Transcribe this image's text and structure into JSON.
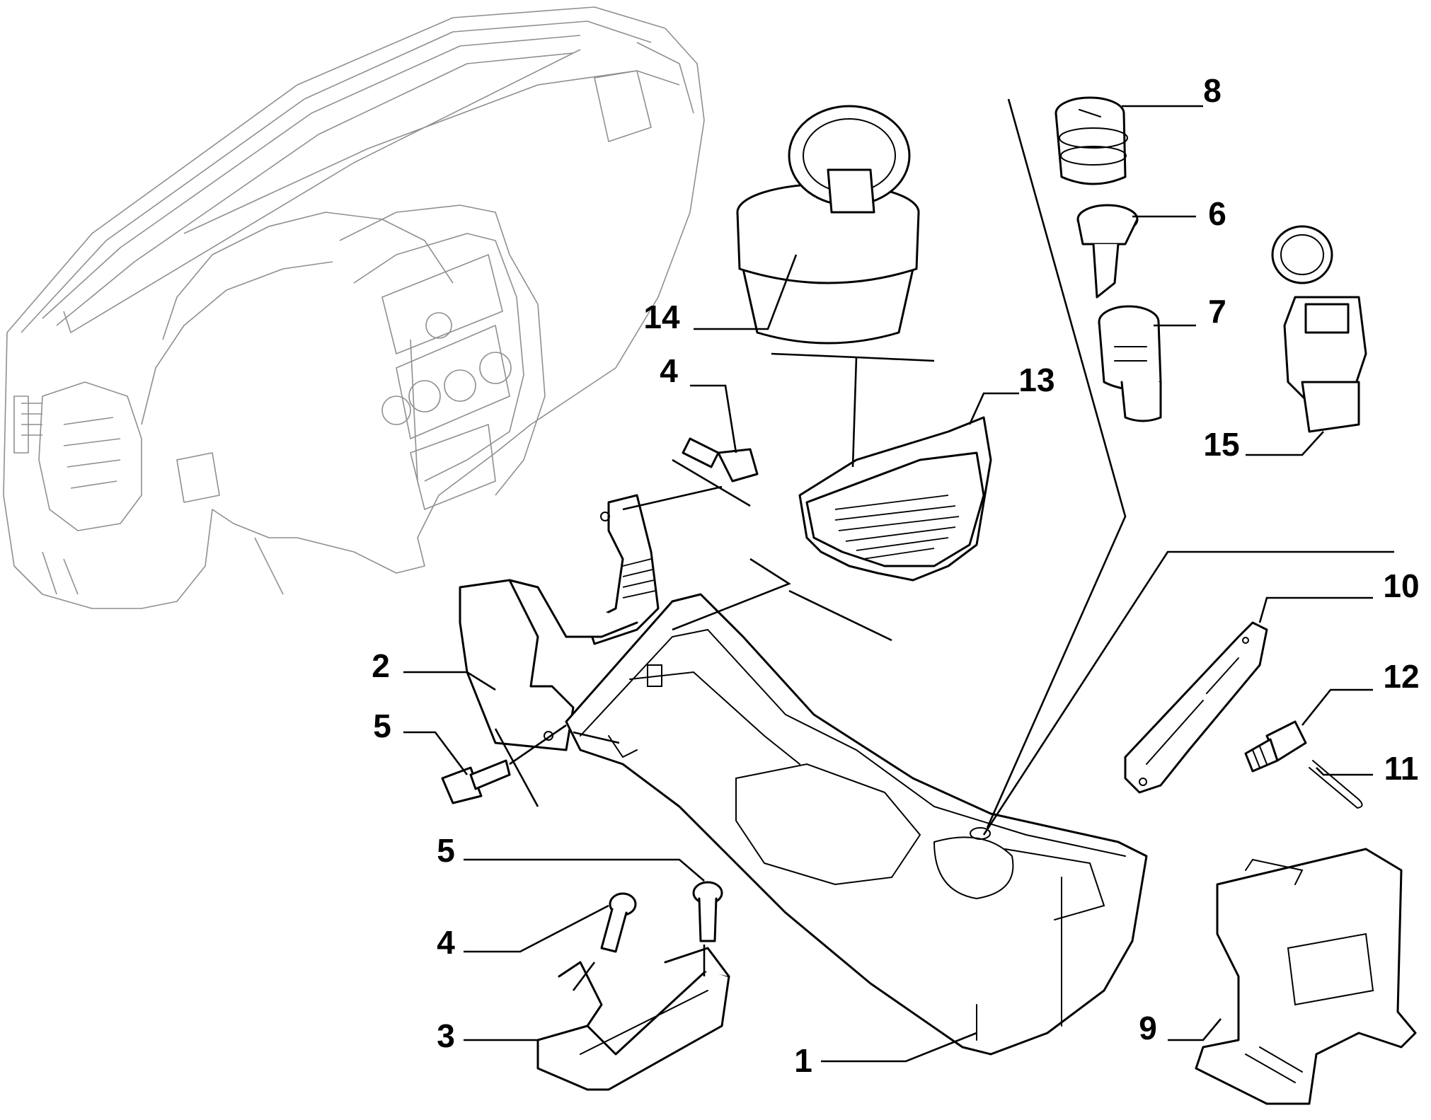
{
  "diagram": {
    "callouts": [
      {
        "id": "1",
        "label": "1"
      },
      {
        "id": "2",
        "label": "2"
      },
      {
        "id": "3",
        "label": "3"
      },
      {
        "id": "4a",
        "label": "4"
      },
      {
        "id": "4b",
        "label": "4"
      },
      {
        "id": "5a",
        "label": "5"
      },
      {
        "id": "5b",
        "label": "5"
      },
      {
        "id": "6",
        "label": "6"
      },
      {
        "id": "7",
        "label": "7"
      },
      {
        "id": "8",
        "label": "8"
      },
      {
        "id": "9",
        "label": "9"
      },
      {
        "id": "10",
        "label": "10"
      },
      {
        "id": "11",
        "label": "11"
      },
      {
        "id": "12",
        "label": "12"
      },
      {
        "id": "13",
        "label": "13"
      },
      {
        "id": "14",
        "label": "14"
      },
      {
        "id": "15",
        "label": "15"
      }
    ]
  },
  "colors": {
    "line": "#000000",
    "ghost_line": "#8f8f8f",
    "background": "#ffffff"
  }
}
